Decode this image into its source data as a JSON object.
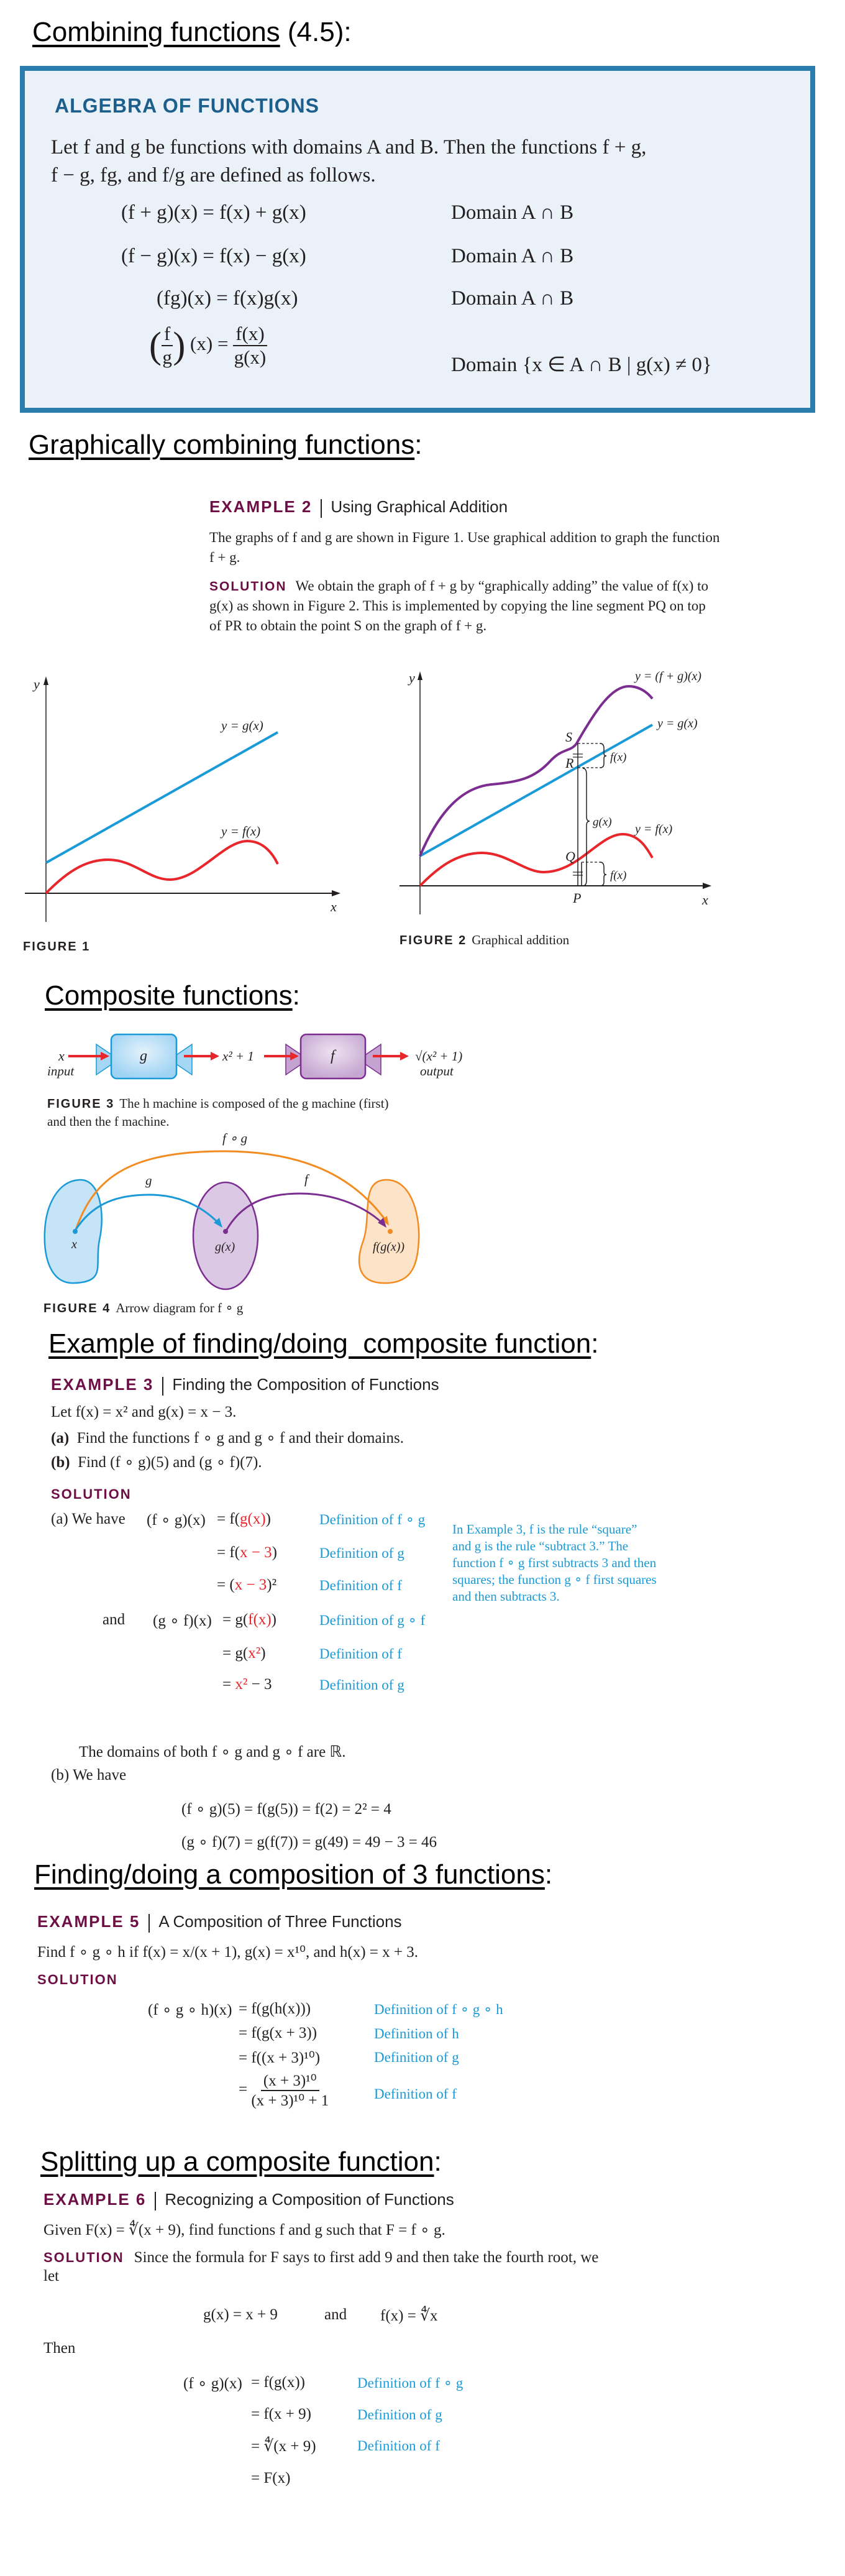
{
  "headings": {
    "combining": {
      "title": "Combining functions",
      "suffix": " (4.5):"
    },
    "graphical": {
      "title": "Graphically combining functions",
      "suffix": ":"
    },
    "composite": {
      "title": "Composite functions",
      "suffix": ":"
    },
    "example_composite": {
      "title": "Example of finding/doing  composite function",
      "suffix": ":"
    },
    "three": {
      "title": "Finding/doing a composition of 3 functions",
      "suffix": ":"
    },
    "splitting": {
      "title": "Splitting up a composite function",
      "suffix": ":"
    }
  },
  "algebra_box": {
    "title": "ALGEBRA OF FUNCTIONS",
    "intro": [
      "Let f and g be functions with domains A and B. Then the functions f + g,",
      "f − g, fg, and f/g are defined as follows."
    ],
    "rows": [
      {
        "lhs": "(f + g)(x) = f(x) + g(x)",
        "domain": "Domain A ∩ B"
      },
      {
        "lhs": "(f − g)(x) = f(x) − g(x)",
        "domain": "Domain A ∩ B"
      },
      {
        "lhs": "(fg)(x) = f(x)g(x)",
        "domain": "Domain A ∩ B"
      }
    ],
    "quotient": {
      "num": "f",
      "den": "g",
      "arg": "(x) =",
      "rhs_num": "f(x)",
      "rhs_den": "g(x)",
      "domain": "Domain {x ∈ A ∩ B | g(x) ≠ 0}"
    }
  },
  "example2": {
    "label": "EXAMPLE 2",
    "title": "Using Graphical Addition",
    "body": [
      "The graphs of f and g are shown in Figure 1. Use graphical addition to graph the function",
      "f + g."
    ],
    "solution_label": "SOLUTION",
    "solution": [
      "We obtain the graph of f + g by “graphically adding” the value of f(x) to",
      "g(x) as shown in Figure 2. This is implemented by copying the line segment PQ on top",
      "of PR to obtain the point S on the graph of f + g."
    ]
  },
  "figure1": {
    "y_axis": "y",
    "x_axis": "x",
    "g_label": "y = g(x)",
    "f_label": "y = f(x)",
    "caption_label": "FIGURE 1",
    "colors": {
      "g": "#1a9ad6",
      "f": "#e8262b"
    }
  },
  "figure2": {
    "y_axis": "y",
    "x_axis": "x",
    "sum_label": "y = (f + g)(x)",
    "g_label": "y = g(x)",
    "f_label": "y = f(x)",
    "points": {
      "S": "S",
      "R": "R",
      "Q": "Q",
      "P": "P"
    },
    "brace_top": "f(x)",
    "brace_mid": "g(x)",
    "brace_bottom": "f(x)",
    "caption_label": "FIGURE 2",
    "caption": "Graphical addition",
    "colors": {
      "sum": "#7b2d90",
      "g": "#1a9ad6",
      "f": "#e8262b"
    }
  },
  "figure3": {
    "input_var": "x",
    "input_label": "input",
    "g_machine": "g",
    "middle": "x² + 1",
    "f_machine": "f",
    "output": "√(x² + 1)",
    "output_label": "output",
    "caption_label": "FIGURE 3",
    "caption": [
      "The h machine is composed of the g machine (first)",
      "and then the f machine."
    ]
  },
  "figure4": {
    "composite_label": "f ∘ g",
    "g_label": "g",
    "f_label": "f",
    "x": "x",
    "gx": "g(x)",
    "fgx": "f(g(x))",
    "caption_label": "FIGURE 4",
    "caption": "Arrow diagram for f ∘ g"
  },
  "example3": {
    "label": "EXAMPLE 3",
    "title": "Finding the Composition of Functions",
    "given": "Let f(x) = x² and g(x) = x − 3.",
    "part_a": {
      "marker": "(a)",
      "text": "Find the functions f ∘ g and g ∘ f and their domains."
    },
    "part_b": {
      "marker": "(b)",
      "text": "Find (f ∘ g)(5) and (g ∘ f)(7)."
    },
    "solution_label": "SOLUTION",
    "we_have": "(a)  We have",
    "and": "and",
    "rows": [
      {
        "lhs": "(f ∘ g)(x)",
        "pre": "= f(",
        "red": "g(x)",
        "post": ")",
        "def": "Definition of f ∘ g"
      },
      {
        "lhs": "",
        "pre": "= f(",
        "red": "x − 3",
        "post": ")",
        "def": "Definition of g"
      },
      {
        "lhs": "",
        "pre": "= (",
        "red": "x − 3",
        "post": ")²",
        "def": "Definition of f"
      },
      {
        "lhs": "(g ∘ f)(x)",
        "pre": "= g(",
        "red": "f(x)",
        "post": ")",
        "def": "Definition of g ∘ f"
      },
      {
        "lhs": "",
        "pre": "= g(",
        "red": "x²",
        "post": ")",
        "def": "Definition of f"
      },
      {
        "lhs": "",
        "pre": "= ",
        "red": "x²",
        "post": " − 3",
        "def": "Definition of g"
      }
    ],
    "note": [
      "In Example 3, f is the rule “square”",
      "and g is the rule “subtract 3.” The",
      "function f ∘ g first subtracts 3 and then",
      "squares; the function g ∘ f first squares",
      "and then subtracts 3."
    ],
    "domains": "The domains of both f ∘ g and g ∘ f are ℝ.",
    "part_b_intro": "(b)  We have",
    "part_b_eqs": [
      "(f ∘ g)(5) = f(g(5)) = f(2) = 2² = 4",
      "(g ∘ f)(7) = g(f(7)) = g(49) = 49 − 3 = 46"
    ]
  },
  "example5": {
    "label": "EXAMPLE 5",
    "title": "A Composition of Three Functions",
    "given": "Find f ∘ g ∘ h if f(x) = x/(x + 1), g(x) = x¹⁰, and h(x) = x + 3.",
    "solution_label": "SOLUTION",
    "lhs": "(f ∘ g ∘ h)(x)",
    "rows": [
      {
        "eq": "= f(g(h(x)))",
        "def": "Definition of f ∘ g ∘ h"
      },
      {
        "eq": "= f(g(x + 3))",
        "def": "Definition of h"
      },
      {
        "eq": "= f((x + 3)¹⁰)",
        "def": "Definition of g"
      }
    ],
    "final": {
      "eq": "=",
      "num": "(x + 3)¹⁰",
      "den": "(x + 3)¹⁰ + 1",
      "def": "Definition of f"
    }
  },
  "example6": {
    "label": "EXAMPLE 6",
    "title": "Recognizing a Composition of Functions",
    "given": "Given F(x) = ∜(x + 9), find functions f and g such that F = f ∘ g.",
    "solution_label": "SOLUTION",
    "solution": "Since the formula for F says to first add 9 and then take the fourth root, we",
    "solution_cont": "let",
    "let_g": "g(x) = x + 9",
    "let_and": "and",
    "let_f": "f(x) = ∜x",
    "then": "Then",
    "lhs": "(f ∘ g)(x)",
    "rows": [
      {
        "eq": "= f(g(x))",
        "def": "Definition of f ∘ g"
      },
      {
        "eq": "= f(x + 9)",
        "def": "Definition of g"
      },
      {
        "eq": "= ∜(x + 9)",
        "def": "Definition of f"
      },
      {
        "eq": "= F(x)",
        "def": ""
      }
    ]
  }
}
